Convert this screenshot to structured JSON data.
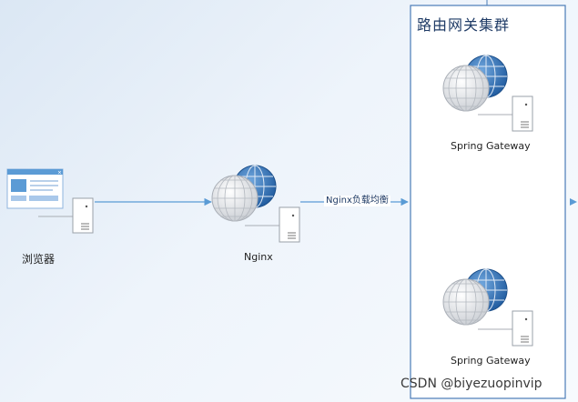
{
  "cluster": {
    "title": "路由网关集群"
  },
  "nodes": {
    "browser": {
      "label": "浏览器",
      "icon": "browser-server-icon"
    },
    "nginx": {
      "label": "Nginx",
      "icon": "globe-server-icon"
    },
    "gateway_top": {
      "label": "Spring Gateway",
      "icon": "globe-server-icon"
    },
    "gateway_bottom": {
      "label": "Spring Gateway",
      "icon": "globe-server-icon"
    }
  },
  "edges": {
    "browser_to_nginx": {
      "label": ""
    },
    "nginx_to_cluster": {
      "label": "Nginx负载均衡"
    }
  },
  "watermark": "CSDN @biyezuopinvip",
  "colors": {
    "accent": "#3f83c7",
    "frame": "#4a7bb7",
    "line": "#5a9bd5"
  }
}
